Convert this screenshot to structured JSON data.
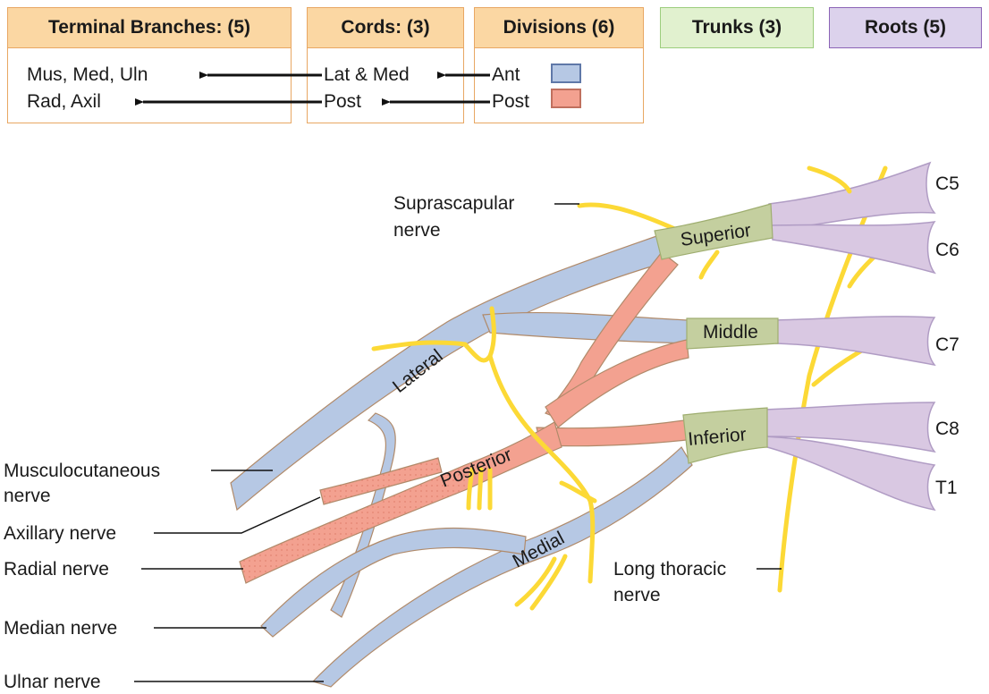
{
  "legend": {
    "headers": {
      "terminal": "Terminal Branches: (5)",
      "cords": "Cords: (3)",
      "divisions": "Divisions (6)",
      "trunks": "Trunks (3)",
      "roots": "Roots (5)"
    },
    "rows": {
      "terminal_1": "Mus, Med, Uln",
      "terminal_2": "Rad, Axil",
      "cords_1": "Lat & Med",
      "cords_2": "Post",
      "divisions_1": "Ant",
      "divisions_2": "Post"
    },
    "colors": {
      "anterior_swatch": "#b6c8e4",
      "posterior_swatch": "#f3a190"
    }
  },
  "diagram": {
    "roots": [
      "C5",
      "C6",
      "C7",
      "C8",
      "T1"
    ],
    "trunks": {
      "superior": "Superior",
      "middle": "Middle",
      "inferior": "Inferior"
    },
    "cords": {
      "lateral": "Lateral",
      "posterior": "Posterior",
      "medial": "Medial"
    },
    "nerve_labels": {
      "suprascapular_1": "Suprascapular",
      "suprascapular_2": "nerve",
      "musculocutaneous_1": "Musculocutaneous",
      "musculocutaneous_2": "nerve",
      "axillary": "Axillary nerve",
      "radial": "Radial nerve",
      "median": "Median nerve",
      "ulnar": "Ulnar nerve",
      "long_thoracic_1": "Long thoracic",
      "long_thoracic_2": "nerve"
    },
    "colors": {
      "root": "#d9c8e2",
      "trunk": "#c4cf9f",
      "anterior": "#b6c8e4",
      "posterior": "#f3a190",
      "nerve_yellow": "#fcd936",
      "outline": "#b08a6a"
    }
  }
}
